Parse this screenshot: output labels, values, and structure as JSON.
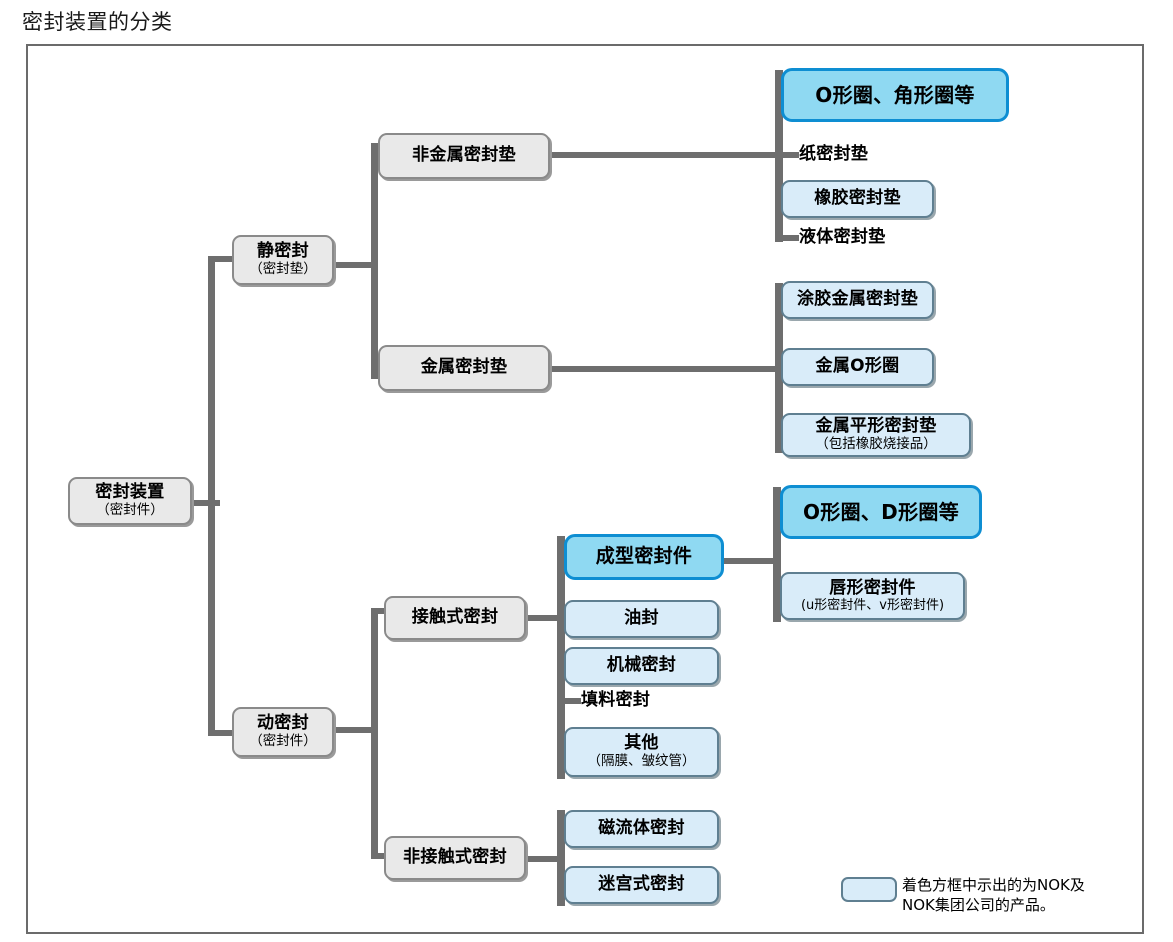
{
  "page_title": "密封装置的分类",
  "legend": {
    "swatch_color": "#d9ecf9",
    "text": "着色方框中示出的为NOK及\nNOK集团公司的产品。"
  },
  "colors": {
    "highlight_fill": "#8fd9f2",
    "highlight_border": "#0e8ed2",
    "product_fill": "#d9ecf9",
    "product_border": "#5f7f91",
    "structural_fill": "#e9e9e9",
    "structural_border": "#8a8a8a",
    "connector": "#6e6e6e",
    "frame_border": "#6b6b6b"
  },
  "nodes": {
    "root": {
      "title": "密封装置",
      "subtitle": "（密封件）"
    },
    "static_seal": {
      "title": "静密封",
      "subtitle": "（密封垫）"
    },
    "dynamic_seal": {
      "title": "动密封",
      "subtitle": "（密封件）"
    },
    "nonmetal_gasket": {
      "title": "非金属密封垫"
    },
    "metal_gasket": {
      "title": "金属密封垫"
    },
    "contact_seal": {
      "title": "接触式密封"
    },
    "noncontact_seal": {
      "title": "非接触式密封"
    },
    "oring_square": {
      "title": "O形圈、角形圈等"
    },
    "paper_gasket": {
      "title": "纸密封垫"
    },
    "rubber_gasket": {
      "title": "橡胶密封垫"
    },
    "liquid_gasket": {
      "title": "液体密封垫"
    },
    "coated_metal_gasket": {
      "title": "涂胶金属密封垫"
    },
    "metal_oring": {
      "title": "金属O形圈"
    },
    "metal_flat_gasket": {
      "title": "金属平形密封垫",
      "subtitle": "（包括橡胶烧接品）"
    },
    "molded_seal": {
      "title": "成型密封件"
    },
    "oil_seal": {
      "title": "油封"
    },
    "mechanical_seal": {
      "title": "机械密封"
    },
    "packing_seal": {
      "title": "填料密封"
    },
    "other_seal": {
      "title": "其他",
      "subtitle": "（隔膜、皱纹管）"
    },
    "oring_dring": {
      "title": "O形圈、D形圈等"
    },
    "lip_seal": {
      "title": "唇形密封件",
      "subtitle": "(u形密封件、v形密封件)"
    },
    "magnetic_fluid_seal": {
      "title": "磁流体密封"
    },
    "labyrinth_seal": {
      "title": "迷宫式密封"
    }
  },
  "chart_data": {
    "type": "tree",
    "title": "密封装置的分类",
    "root": {
      "label": "密封装置（密封件）",
      "children": [
        {
          "label": "静密封（密封垫）",
          "children": [
            {
              "label": "非金属密封垫",
              "children": [
                {
                  "label": "O形圈、角形圈等",
                  "style": "highlight"
                },
                {
                  "label": "纸密封垫",
                  "style": "plain"
                },
                {
                  "label": "橡胶密封垫",
                  "style": "product"
                },
                {
                  "label": "液体密封垫",
                  "style": "plain"
                }
              ]
            },
            {
              "label": "金属密封垫",
              "children": [
                {
                  "label": "涂胶金属密封垫",
                  "style": "product"
                },
                {
                  "label": "金属O形圈",
                  "style": "product"
                },
                {
                  "label": "金属平形密封垫（包括橡胶烧接品）",
                  "style": "product"
                }
              ]
            }
          ]
        },
        {
          "label": "动密封（密封件）",
          "children": [
            {
              "label": "接触式密封",
              "children": [
                {
                  "label": "成型密封件",
                  "style": "highlight",
                  "children": [
                    {
                      "label": "O形圈、D形圈等",
                      "style": "highlight"
                    },
                    {
                      "label": "唇形密封件(u形密封件、v形密封件)",
                      "style": "product"
                    }
                  ]
                },
                {
                  "label": "油封",
                  "style": "product"
                },
                {
                  "label": "机械密封",
                  "style": "product"
                },
                {
                  "label": "填料密封",
                  "style": "plain"
                },
                {
                  "label": "其他（隔膜、皱纹管）",
                  "style": "product"
                }
              ]
            },
            {
              "label": "非接触式密封",
              "children": [
                {
                  "label": "磁流体密封",
                  "style": "product"
                },
                {
                  "label": "迷宫式密封",
                  "style": "product"
                }
              ]
            }
          ]
        }
      ]
    }
  }
}
